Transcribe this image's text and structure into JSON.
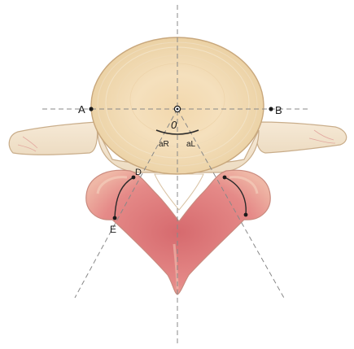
{
  "labels": {
    "center": "0",
    "point_a": "A",
    "point_b": "B",
    "point_d": "D",
    "point_e": "E",
    "angle_right": "aR",
    "angle_left": "aL"
  }
}
